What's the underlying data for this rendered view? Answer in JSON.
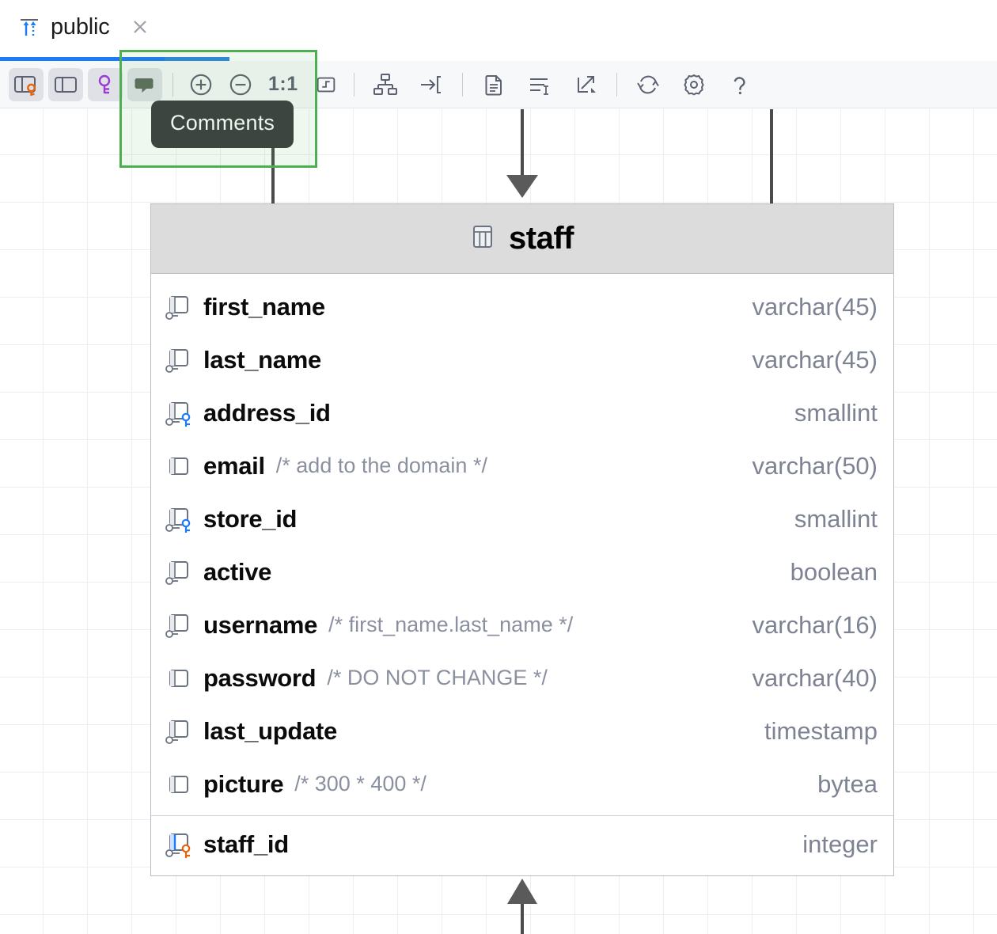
{
  "tab": {
    "title": "public",
    "icon": "schema-diagram-icon",
    "close_icon": "close-icon"
  },
  "toolbar": {
    "buttons": [
      {
        "name": "show-columns-toggle",
        "icon": "columns-key-icon",
        "label": "Columns",
        "state": "on"
      },
      {
        "name": "show-table-toggle",
        "icon": "table-split-icon",
        "label": "Tables",
        "state": "on"
      },
      {
        "name": "show-keys-toggle",
        "icon": "key-icon",
        "label": "Keys",
        "state": "on"
      },
      {
        "name": "show-comments-toggle",
        "icon": "comment-icon",
        "label": "Comments",
        "state": "on"
      },
      {
        "name": "zoom-in-button",
        "icon": "plus-circle-icon",
        "label": "Zoom In",
        "state": "off"
      },
      {
        "name": "zoom-out-button",
        "icon": "minus-circle-icon",
        "label": "Zoom Out",
        "state": "off"
      },
      {
        "name": "zoom-reset-button",
        "icon": "one-to-one-text",
        "label": "1:1",
        "state": "off"
      },
      {
        "name": "fit-content-button",
        "icon": "fit-screen-icon",
        "label": "Fit",
        "state": "off"
      },
      {
        "name": "layout-button",
        "icon": "hierarchy-icon",
        "label": "Layout",
        "state": "off"
      },
      {
        "name": "collapse-button",
        "icon": "arrow-into-bracket-icon",
        "label": "Collapse",
        "state": "off"
      },
      {
        "name": "copy-button",
        "icon": "copy-document-icon",
        "label": "Copy",
        "state": "off"
      },
      {
        "name": "order-button",
        "icon": "sort-lines-icon",
        "label": "Order",
        "state": "off"
      },
      {
        "name": "export-button",
        "icon": "export-arrow-icon",
        "label": "Export",
        "state": "off"
      },
      {
        "name": "refresh-button",
        "icon": "refresh-icon",
        "label": "Refresh",
        "state": "off"
      },
      {
        "name": "settings-button",
        "icon": "gear-icon",
        "label": "Settings",
        "state": "off"
      },
      {
        "name": "help-button",
        "icon": "question-mark-icon",
        "label": "Help",
        "state": "off"
      }
    ],
    "zoom_level_label": "1:1"
  },
  "tooltip": {
    "text": "Comments",
    "target": "show-comments-toggle"
  },
  "diagram": {
    "table": {
      "name": "staff",
      "icon": "table-icon",
      "columns": [
        {
          "name": "first_name",
          "type": "varchar(45)",
          "comment": "",
          "icon": "column-nullable-icon"
        },
        {
          "name": "last_name",
          "type": "varchar(45)",
          "comment": "",
          "icon": "column-nullable-icon"
        },
        {
          "name": "address_id",
          "type": "smallint",
          "comment": "",
          "icon": "column-foreign-key-icon"
        },
        {
          "name": "email",
          "type": "varchar(50)",
          "comment": "/* add to the domain */",
          "icon": "column-icon"
        },
        {
          "name": "store_id",
          "type": "smallint",
          "comment": "",
          "icon": "column-foreign-key-icon"
        },
        {
          "name": "active",
          "type": "boolean",
          "comment": "",
          "icon": "column-nullable-icon"
        },
        {
          "name": "username",
          "type": "varchar(16)",
          "comment": "/* first_name.last_name */",
          "icon": "column-nullable-icon"
        },
        {
          "name": "password",
          "type": "varchar(40)",
          "comment": "/* DO NOT CHANGE */",
          "icon": "column-icon"
        },
        {
          "name": "last_update",
          "type": "timestamp",
          "comment": "",
          "icon": "column-nullable-icon"
        },
        {
          "name": "picture",
          "type": "bytea",
          "comment": "/* 300 * 400 */",
          "icon": "column-icon"
        }
      ],
      "primary_key": {
        "name": "staff_id",
        "type": "integer",
        "comment": "",
        "icon": "column-primary-key-icon"
      }
    },
    "edges": [
      {
        "name": "edge-incoming-top-left",
        "direction": "down",
        "arrow": false
      },
      {
        "name": "edge-incoming-top-mid",
        "direction": "down",
        "arrow": true
      },
      {
        "name": "edge-incoming-top-right",
        "direction": "down",
        "arrow": false
      },
      {
        "name": "edge-incoming-bottom",
        "direction": "up",
        "arrow": true
      }
    ]
  },
  "colors": {
    "accent_blue": "#1a7af8",
    "highlight_green": "#4caf50",
    "tooltip_bg": "#3c4540",
    "header_bg": "#dcdcdc",
    "type_text": "#7d8392",
    "comment_text": "#8b90a0",
    "fk_key": "#1a7af8",
    "pk_key": "#e8620c",
    "key_purple": "#9a3bd4"
  }
}
